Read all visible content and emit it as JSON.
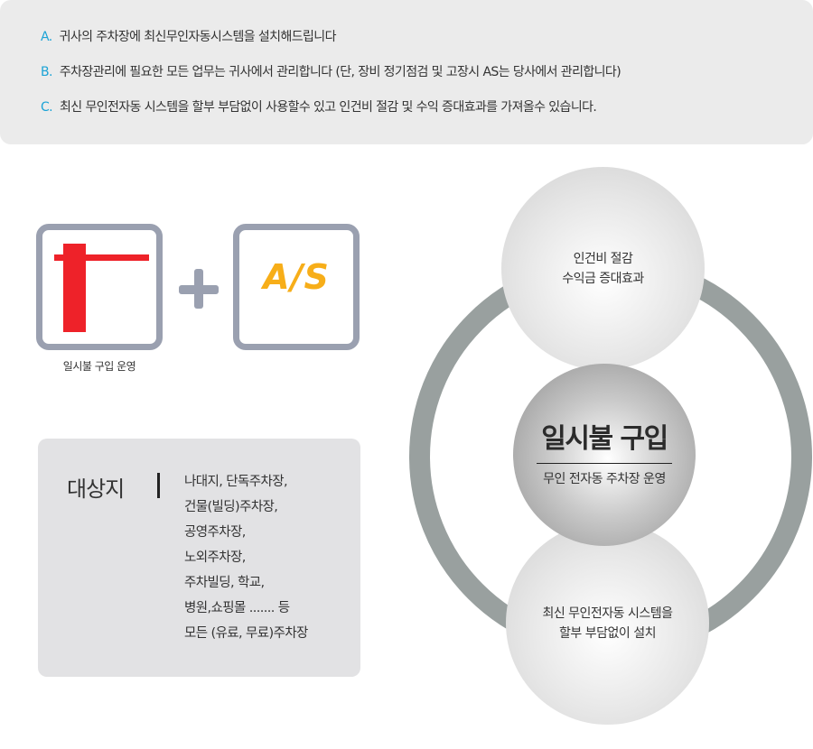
{
  "intro": [
    {
      "letter": "A.",
      "text": "귀사의 주차장에 최신무인자동시스템을 설치해드립니다"
    },
    {
      "letter": "B.",
      "text": "주차장관리에 필요한 모든 업무는 귀사에서 관리합니다 (단, 장비 정기점검 및 고장시 AS는 당사에서 관리합니다)"
    },
    {
      "letter": "C.",
      "text": "최신 무인전자동 시스템을 할부 부담없이 사용할수 있고 인건비 절감 및 수익 증대효과를 가져올수 있습니다."
    }
  ],
  "icons": {
    "as_label": "A/S",
    "caption": "일시불 구입 운영",
    "barrier_color": "#ee2229",
    "as_color": "#f7ae19"
  },
  "target": {
    "title": "대상지",
    "items": [
      "나대지, 단독주차장,",
      "건물(빌딩)주차장,",
      "공영주차장,",
      "노외주차장,",
      "주차빌딩, 학교,",
      "병원,쇼핑몰 ....... 등",
      "모든 (유료, 무료)주차장"
    ]
  },
  "diagram": {
    "top": [
      "인건비 절감",
      "수익금 증대효과"
    ],
    "center_title": "일시불 구입",
    "center_sub": "무인 전자동 주차장 운영",
    "bottom": [
      "최신 무인전자동 시스템을",
      "할부 부담없이 설치"
    ]
  }
}
